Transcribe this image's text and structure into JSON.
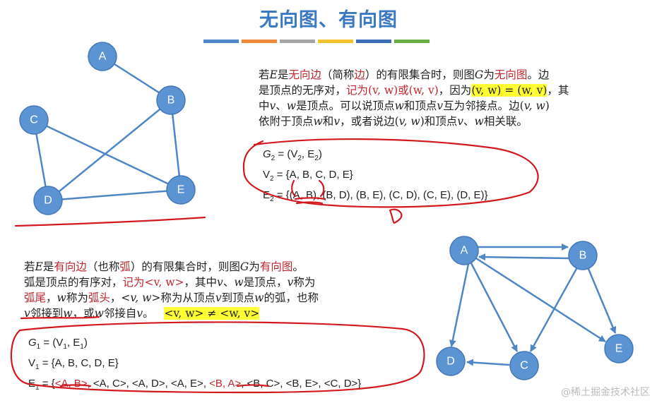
{
  "title": "无向图、有向图",
  "colorbar": [
    "#4f86c6",
    "#ee8a3a",
    "#a5a5a5",
    "#f2c12e",
    "#3d6fb6",
    "#6aad45"
  ],
  "undirected": {
    "nodes": [
      "A",
      "B",
      "C",
      "D",
      "E"
    ],
    "para": {
      "l1": [
        "若",
        "E",
        "是",
        "无向边",
        "（简称",
        "边",
        "）的有限集合时，则图",
        "G",
        "为",
        "无向图",
        "。边"
      ],
      "l2": [
        "是顶点的无序对，",
        "记为(v, w)或(w, v)",
        "，因为",
        "(v, w) = (w, v)",
        "，其"
      ],
      "l3": [
        "中",
        "v",
        "、",
        "w",
        "是顶点。可以说顶点",
        "w",
        "和顶点",
        "v",
        "互为邻接点。边(",
        "v, w",
        ")"
      ],
      "l4": [
        "依附于顶点",
        "w",
        "和",
        "v",
        "，或者说边(",
        "v, w",
        ")和顶点",
        "v",
        "、",
        "w",
        "相关联。"
      ]
    },
    "math": {
      "g_pre": "G",
      "g_sub": "2",
      "g_mid": " = (V",
      "g_sub2": "2",
      "g_mid2": ", E",
      "g_sub3": "2",
      "g_end": ")",
      "v_pre": "V",
      "v_sub": "2",
      "v_rest": " = {A, B, C, D, E}",
      "e_pre": "E",
      "e_sub": "2",
      "e_open": " = {",
      "e_first": "(A, B)",
      "e_rest": ", (B, D), (B, E), (C, D), (C, E), (D, E)}"
    }
  },
  "directed": {
    "nodes": [
      "A",
      "B",
      "C",
      "D",
      "E"
    ],
    "para": {
      "l1": [
        "若",
        "E",
        "是",
        "有向边",
        "（也称",
        "弧",
        "）的有限集合时，则图",
        "G",
        "为",
        "有向图",
        "。"
      ],
      "l2": [
        "弧是顶点的有序对，",
        "记为<v, w>",
        "，其中",
        "v",
        "、",
        "w",
        "是顶点，",
        "v",
        "称为"
      ],
      "l3": [
        "弧尾",
        "，",
        "w",
        "称为",
        "弧头",
        "，<",
        "v, w",
        ">称为从顶点",
        "v",
        "到顶点",
        "w",
        "的弧，也称"
      ],
      "l4": [
        "v",
        "邻接到",
        "w",
        "，或",
        "w",
        "邻接自",
        "v",
        "。",
        "<v, w> ≠ <w, v>"
      ]
    },
    "math": {
      "g_pre": "G",
      "g_sub": "1",
      "g_mid": " = (V",
      "g_sub2": "1",
      "g_mid2": ", E",
      "g_sub3": "1",
      "g_end": ")",
      "v_pre": "V",
      "v_sub": "1",
      "v_rest": " = {A, B, C, D, E}",
      "e_pre": "E",
      "e_sub": "1",
      "e_open": " = {",
      "e_ab": "<A, B>",
      "e_mid": ", <A, C>, <A, D>, <A, E>, ",
      "e_ba": "<B, A>",
      "e_rest": ", <B, C>, <B, E>, <C, D>}"
    }
  },
  "watermark": "@稀土掘金技术社区"
}
